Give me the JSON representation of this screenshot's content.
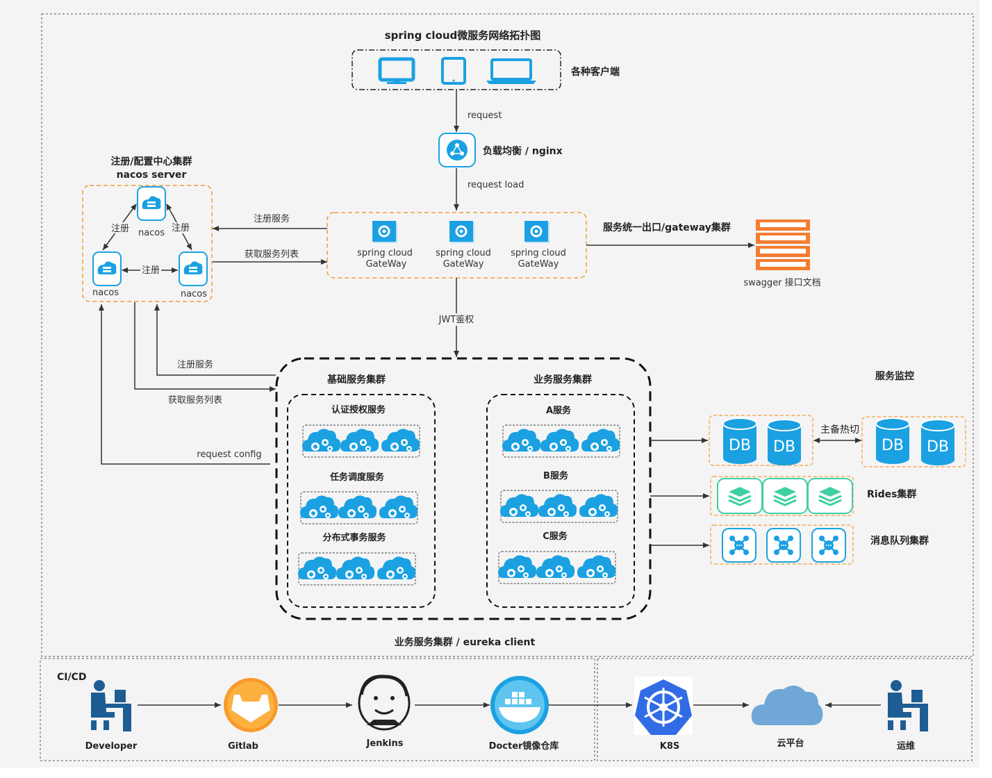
{
  "title": "spring cloud微服务网络拓扑图",
  "clients": {
    "label": "各种客户端"
  },
  "edges": {
    "request": "request",
    "request_load": "request load",
    "jwt": "JWT鉴权",
    "register_service": "注册服务",
    "get_service_list": "获取服务列表",
    "register_service_2": "注册服务",
    "get_service_list_2": "获取服务列表",
    "request_config": "request config",
    "master_standby": "主备热切"
  },
  "nginx": {
    "label": "负载均衡 / nginx"
  },
  "nacos_cluster": {
    "title_line1": "注册/配置中心集群",
    "title_line2": "nacos server",
    "nodes": [
      "nacos",
      "nacos",
      "nacos"
    ],
    "edge_labels": [
      "注册",
      "注册",
      "注册"
    ]
  },
  "gateway_cluster": {
    "nodes": [
      {
        "line1": "spring cloud",
        "line2": "GateWay"
      },
      {
        "line1": "spring cloud",
        "line2": "GateWay"
      },
      {
        "line1": "spring cloud",
        "line2": "GateWay"
      }
    ],
    "exit_label": "服务统一出口/gateway集群"
  },
  "swagger": {
    "label": "swagger 接口文档"
  },
  "basic_services": {
    "title": "基础服务集群",
    "groups": [
      "认证授权服务",
      "任务调度服务",
      "分布式事务服务"
    ]
  },
  "business_services": {
    "title": "业务服务集群",
    "groups": [
      "A服务",
      "B服务",
      "C服务"
    ]
  },
  "eureka_label": "业务服务集群 / eureka client",
  "monitor_label": "服务监控",
  "db": {
    "label": "DB"
  },
  "redis_label": "Rides集群",
  "mq_label": "消息队列集群",
  "cicd": {
    "title": "CI/CD",
    "developer": "Developer",
    "gitlab": "Gitlab",
    "jenkins": "Jenkins",
    "docker": "Docter镜像仓库",
    "k8s": "K8S",
    "cloud": "云平台",
    "ops": "运维"
  },
  "colors": {
    "accent_blue": "#1ba1e2",
    "icon_blue": "#00a3e0",
    "orange_dash": "#f29c38",
    "swagger_orange": "#f47d30",
    "redis_green": "#3ecfa3",
    "k8s_blue": "#326ce5",
    "cloud_blue": "#6fa8d6",
    "gitlab_orange": "#f89a2a",
    "person_blue": "#1d5d94"
  }
}
